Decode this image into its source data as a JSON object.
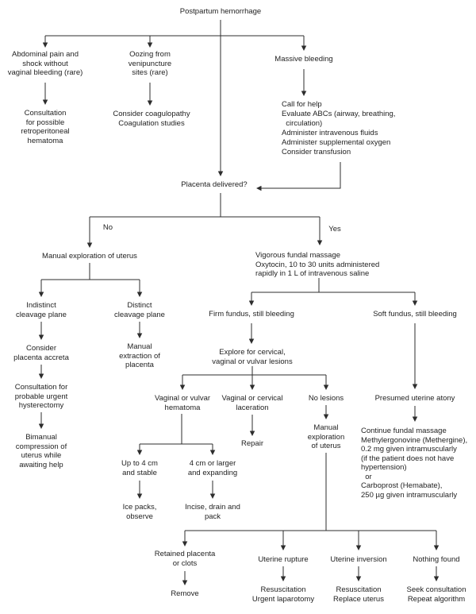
{
  "colors": {
    "background": "#ffffff",
    "text": "#1f1f1f",
    "line": "#2d2d2d"
  },
  "nodes": {
    "postpartum": "Postpartum hemorrhage",
    "abdominal": "Abdominal pain and\nshock without\nvaginal bleeding (rare)",
    "oozing": "Oozing from\nvenipuncture\nsites (rare)",
    "massive": "Massive bleeding",
    "consult_retro": "Consultation\nfor possible\nretroperitoneal\nhematoma",
    "coagulopathy": "Consider coagulopathy\nCoagulation studies",
    "call_help": "Call for help\nEvaluate ABCs (airway, breathing,\n  circulation)\nAdminister intravenous fluids\nAdminister supplemental oxygen\nConsider transfusion",
    "placenta_q": "Placenta delivered?",
    "no_label": "No",
    "yes_label": "Yes",
    "manual_explore_1": "Manual exploration of uterus",
    "vigorous": "Vigorous fundal massage\nOxytocin, 10 to 30 units administered\nrapidly in 1 L of intravenous saline",
    "indistinct": "Indistinct\ncleavage plane",
    "distinct": "Distinct\ncleavage plane",
    "firm_fundus": "Firm fundus, still bleeding",
    "soft_fundus": "Soft fundus, still bleeding",
    "consider_accreta": "Consider\nplacenta accreta",
    "manual_extraction": "Manual\nextraction of\nplacenta",
    "explore_lesions": "Explore for cervical,\nvaginal or vulvar lesions",
    "consult_hyst": "Consultation for\nprobable urgent\nhysterectomy",
    "bimanual": "Bimanual\ncompression of\nuterus while\nawaiting help",
    "vv_hematoma": "Vaginal or vulvar\nhematoma",
    "vc_laceration": "Vaginal or cervical\nlaceration",
    "no_lesions": "No lesions",
    "presumed_atony": "Presumed uterine atony",
    "repair": "Repair",
    "manual_explore_2": "Manual\nexploration\nof uterus",
    "uterine_atony_tx": "Continue fundal massage\nMethylergonovine (Methergine),\n0.2 mg given intramuscularly\n(if the patient does not have\nhypertension)\n  or\nCarboprost (Hemabate),\n250 µg given intramuscularly",
    "up_to_4cm": "Up to 4 cm\nand stable",
    "four_cm_larger": "4 cm or larger\nand expanding",
    "ice_packs": "Ice packs,\nobserve",
    "incise": "Incise, drain and\npack",
    "retained": "Retained placenta\nor clots",
    "rupture": "Uterine rupture",
    "inversion": "Uterine inversion",
    "nothing_found": "Nothing found",
    "remove": "Remove",
    "resus_laparotomy": "Resuscitation\nUrgent laparotomy",
    "resus_replace": "Resuscitation\nReplace uterus",
    "seek_consult": "Seek consultation\nRepeat algorithm"
  }
}
